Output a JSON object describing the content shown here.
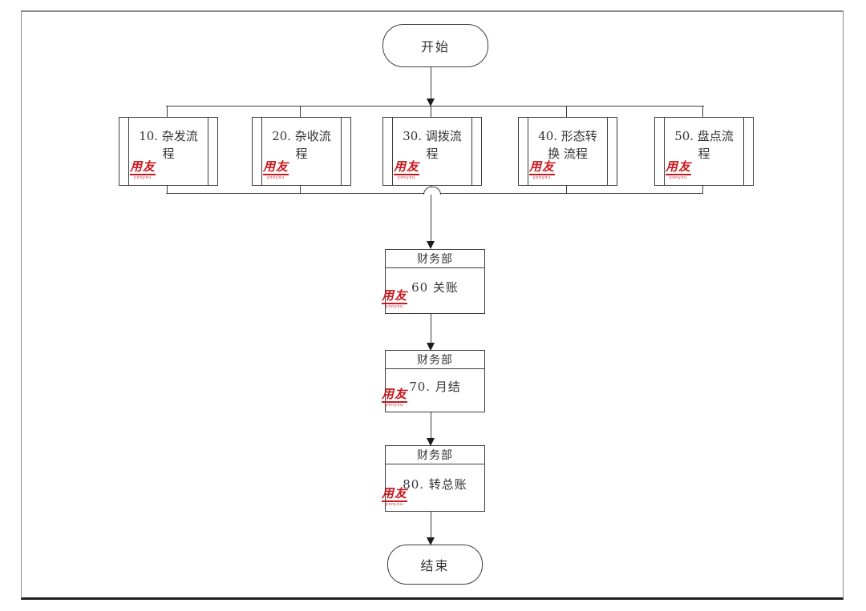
{
  "diagram": {
    "start_label": "开始",
    "end_label": "结束",
    "processes": [
      {
        "label": "10. 杂发流程"
      },
      {
        "label": "20. 杂收流程"
      },
      {
        "label": "30. 调拨流程"
      },
      {
        "label": "40. 形态转换 流程"
      },
      {
        "label": "50. 盘点流程"
      }
    ],
    "dept_steps": [
      {
        "department": "财务部",
        "label": "60  关账"
      },
      {
        "department": "财务部",
        "label": "70. 月结"
      },
      {
        "department": "财务部",
        "label": "80. 转总账"
      }
    ],
    "logo": {
      "name": "用友",
      "sub": "yonyou",
      "color": "#c8191e"
    },
    "colors": {
      "line": "#3d3d3d",
      "text": "#333333",
      "background": "#ffffff"
    }
  }
}
